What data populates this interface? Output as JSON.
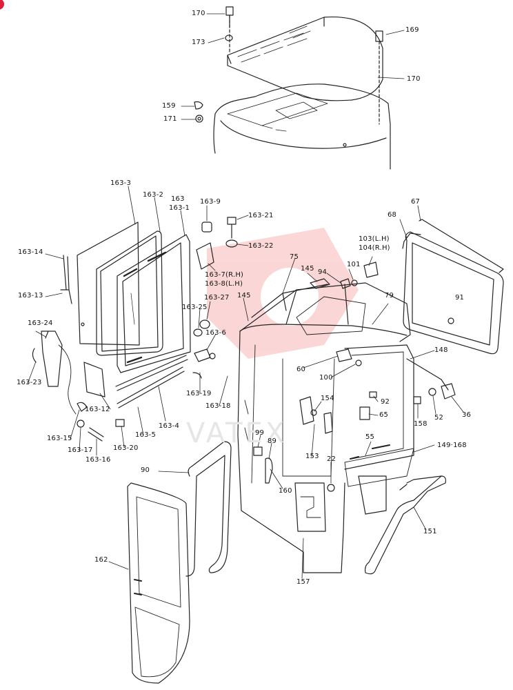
{
  "watermark": "VATEX",
  "labels": [
    "170",
    "173",
    "169",
    "170",
    "159",
    "171",
    "163-3",
    "163-2",
    "163",
    "163-1",
    "163-9",
    "163-21",
    "163-22",
    "163-14",
    "163-13",
    "163-24",
    "163-23",
    "163-7(R.H)",
    "163-8(L.H)",
    "163-25",
    "163-27",
    "163-6",
    "163-12",
    "163-15",
    "163-17",
    "163-16",
    "163-20",
    "163-5",
    "163-4",
    "163-19",
    "163-18",
    "75",
    "145",
    "145",
    "94",
    "101",
    "103(L.H)",
    "104(R.H)",
    "68",
    "67",
    "79",
    "91",
    "60",
    "100",
    "148",
    "154",
    "92",
    "65",
    "158",
    "52",
    "36",
    "99",
    "89",
    "160",
    "153",
    "55",
    "22",
    "149·168",
    "90",
    "162",
    "157",
    "151"
  ]
}
